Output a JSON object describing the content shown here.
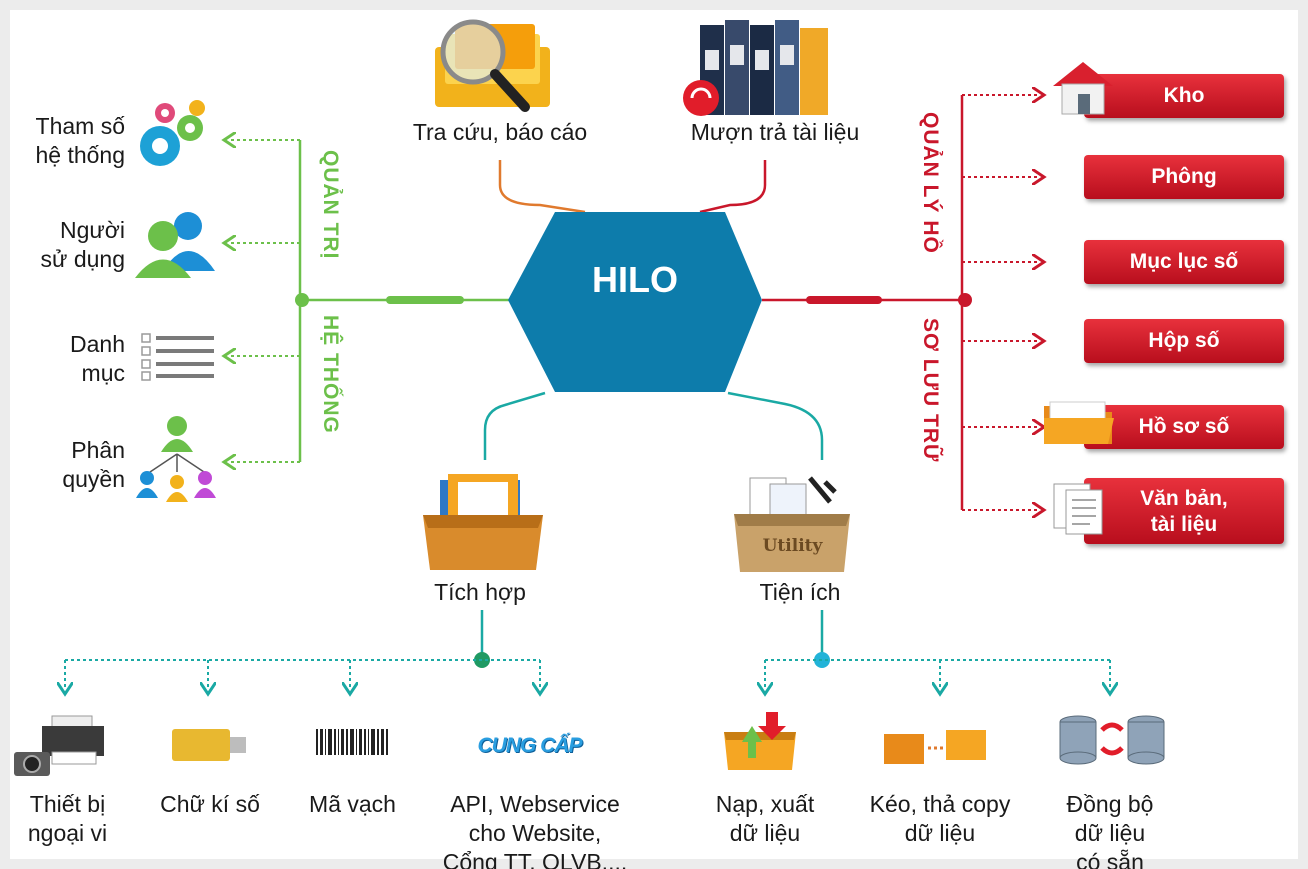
{
  "hub": {
    "label": "HILO"
  },
  "top": {
    "lookup": "Tra cứu, báo cáo",
    "loan": "Mượn trả tài liệu"
  },
  "admin": {
    "title_top": "QUẢN TRỊ",
    "title_bottom": "HỆ THỐNG",
    "items": [
      {
        "line1": "Tham số",
        "line2": "hệ thống",
        "icon": "gears-icon"
      },
      {
        "line1": "Người",
        "line2": "sử dụng",
        "icon": "users-icon"
      },
      {
        "line1": "Danh",
        "line2": "mục",
        "icon": "checklist-icon"
      },
      {
        "line1": "Phân",
        "line2": "quyền",
        "icon": "org-chart-icon"
      }
    ]
  },
  "records": {
    "title_top": "QUẢN LÝ HỒ",
    "title_bottom": "SƠ LƯU TRỮ",
    "items": [
      {
        "label": "Kho",
        "icon": "house-icon"
      },
      {
        "label": "Phông"
      },
      {
        "label": "Mục lục số"
      },
      {
        "label": "Hộp số"
      },
      {
        "label": "Hồ sơ số",
        "icon": "folder-icon"
      },
      {
        "line1": "Văn bản,",
        "line2": "tài liệu",
        "icon": "documents-icon"
      }
    ]
  },
  "integration": {
    "label": "Tích hợp",
    "children": [
      {
        "line1": "Thiết bị",
        "line2": "ngoại vi",
        "icon": "printer-camera-icon"
      },
      {
        "line1": "Chữ kí số",
        "icon": "usb-token-icon"
      },
      {
        "line1": "Mã vạch",
        "icon": "barcode-icon"
      },
      {
        "line1": "API, Webservice",
        "line2": "cho Website,",
        "line3": "Cổng TT, QLVB,...",
        "badge": "CUNG CẤP"
      }
    ]
  },
  "utility": {
    "label": "Tiện ích",
    "box_label": "Utility",
    "children": [
      {
        "line1": "Nạp, xuất",
        "line2": "dữ liệu",
        "icon": "import-export-icon"
      },
      {
        "line1": "Kéo, thả copy",
        "line2": "dữ liệu",
        "icon": "drag-copy-icon"
      },
      {
        "line1": "Đồng bộ",
        "line2": "dữ liệu",
        "line3": "có sẵn",
        "icon": "database-sync-icon"
      }
    ]
  },
  "colors": {
    "hub": "#0d7cab",
    "admin": "#6cc04a",
    "records": "#c9172b",
    "teal": "#1aa9a4",
    "orange": "#e07a2e"
  }
}
